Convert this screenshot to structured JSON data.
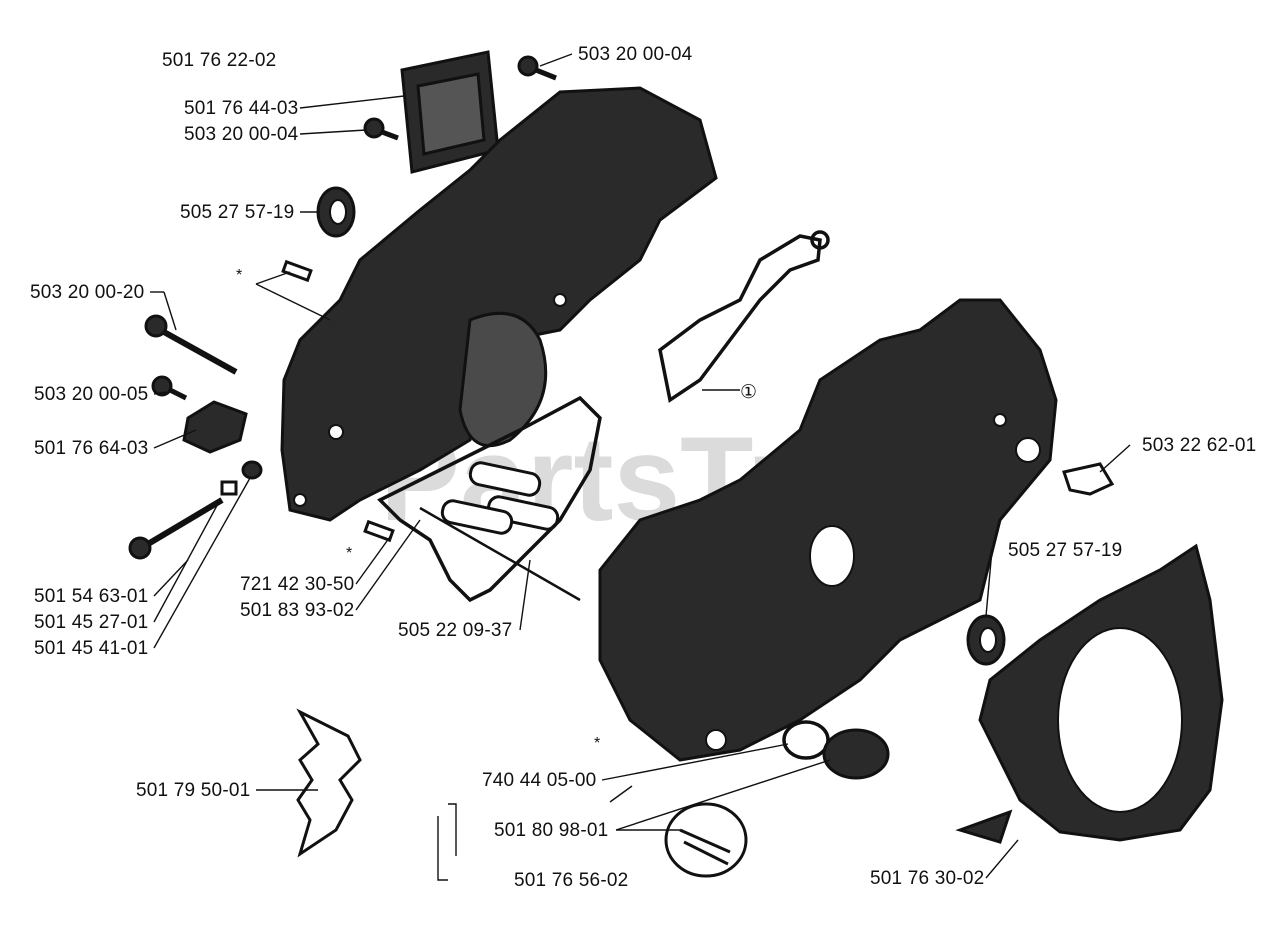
{
  "diagram": {
    "watermark": "PartsTree",
    "parts": {
      "p_501762202": "501 76 22-02",
      "p_503200004_top": "503 20 00-04",
      "p_501764403": "501 76 44-03",
      "p_503200004_mid": "503 20 00-04",
      "p_505275719_left": "505 27 57-19",
      "p_503200020": "503 20 00-20",
      "p_503200005": "503 20 00-05",
      "p_501766403": "501 76 64-03",
      "p_501546301": "501 54 63-01",
      "p_501452701": "501 45 27-01",
      "p_501454101": "501 45 41-01",
      "p_721423050": "721 42 30-50",
      "p_501839302": "501 83 93-02",
      "p_505220937": "505 22 09-37",
      "p_503226201": "503 22 62-01",
      "p_505275719_right": "505 27 57-19",
      "p_501795001": "501 79 50-01",
      "p_740440500": "740 44 05-00",
      "p_501809801": "501 80 98-01",
      "p_501765602": "501 76 56-02",
      "p_501763002": "501 76 30-02"
    },
    "markers": {
      "asterisk": "*",
      "circle_ref": "①"
    }
  }
}
